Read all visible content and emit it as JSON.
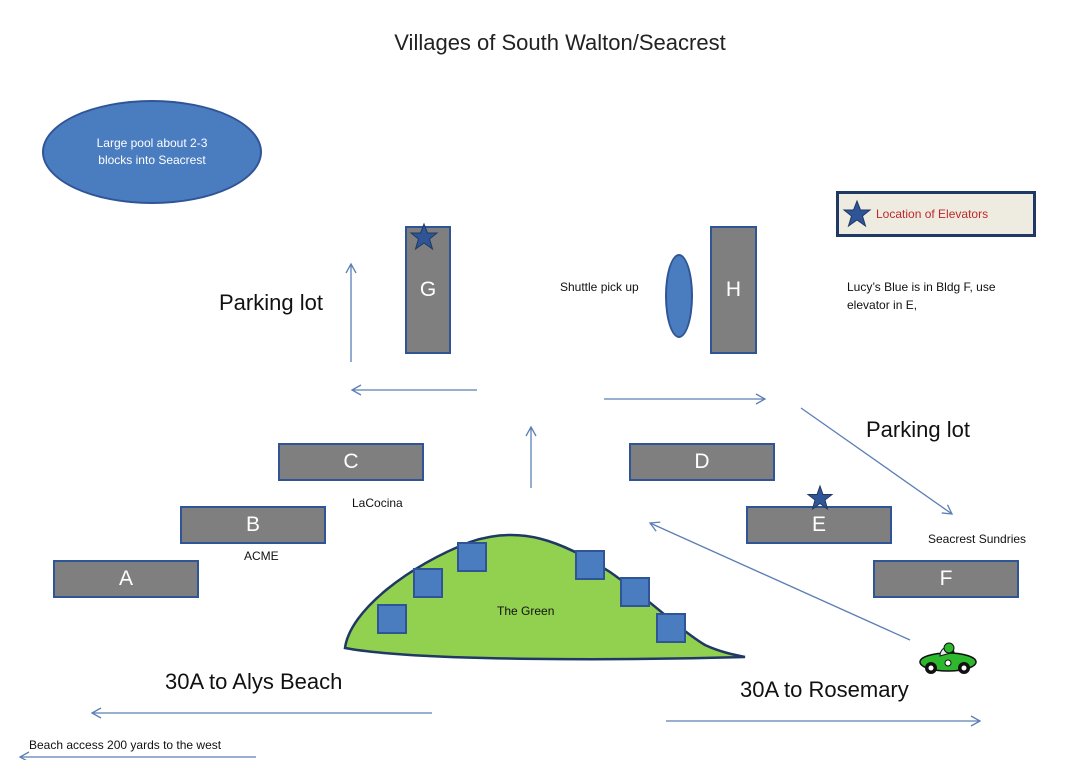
{
  "title": "Villages of South Walton/Seacrest",
  "pool": {
    "line1": "Large pool  about 2-3",
    "line2": "blocks into Seacrest"
  },
  "legend": {
    "icon": "star-icon",
    "label": "Location of Elevators"
  },
  "note": {
    "line1": "Lucy’s Blue is in Bldg F, use",
    "line2": "elevator in E,"
  },
  "shuttle_label": "Shuttle pick up",
  "parking_left": "Parking lot",
  "parking_right": "Parking lot",
  "buildings": {
    "A": "A",
    "B": "B",
    "C": "C",
    "D": "D",
    "E": "E",
    "F": "F",
    "G": "G",
    "H": "H"
  },
  "businesses": {
    "acme": "ACME",
    "lacocina": "LaCocina",
    "sundries": "Seacrest Sundries"
  },
  "green_label": "The Green",
  "roads": {
    "west": "30A to Alys Beach",
    "east": "30A to Rosemary",
    "beach": "Beach access 200 yards to the west"
  },
  "colors": {
    "building_fill": "#7f7f7f",
    "building_border": "#2f5597",
    "blue_shape": "#4a7cc0",
    "green": "#92d050",
    "arrow": "#5b7fb5",
    "legend_text": "#c0272d"
  }
}
